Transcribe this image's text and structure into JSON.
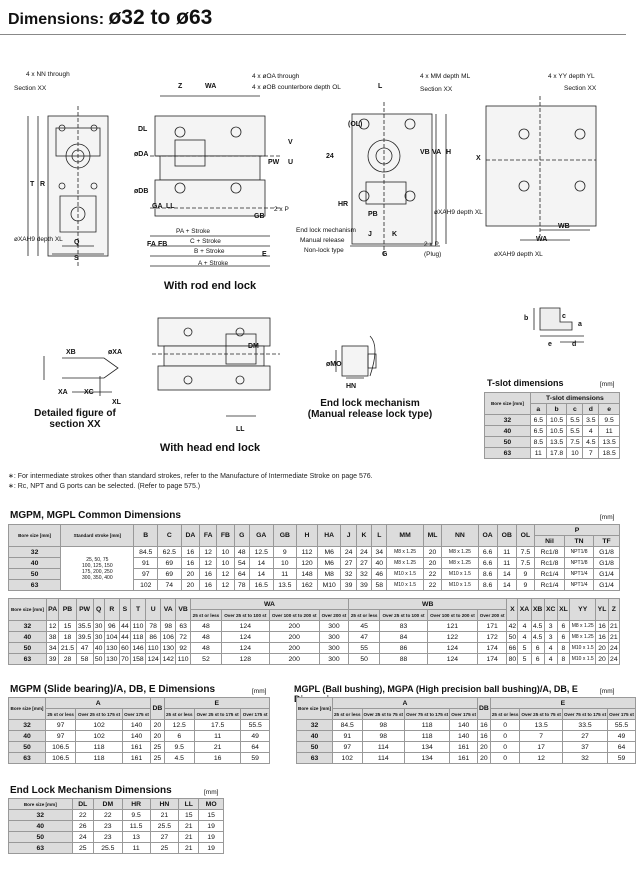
{
  "header": {
    "prefix": "Dimensions: ",
    "main": "ø32 to ø63"
  },
  "captions": {
    "rod_end": "With rod end lock",
    "head_end": "With head end lock",
    "section_xx": "Detailed figure of\nsection XX",
    "manual_release": "End lock mechanism\n(Manual release lock type)"
  },
  "callouts": {
    "nn_through": "4 x NN through",
    "section_xx": "Section XX",
    "oa_through": "4 x øOA through",
    "ob_counterbore": "4 x øOB counterbore depth OL",
    "mm_depth": "4 x MM depth ML",
    "section_xx2": "Section XX",
    "yy_depth": "4 x YY depth YL",
    "section_xx3": "Section XX",
    "xa_depth": "øXAH9 depth XL",
    "xa_depth2": "øXAH9 depth XL",
    "xa_depth3": "øXAH9 depth XL",
    "two_x_p": "2 x P",
    "two_x_p_plug": "2 x P",
    "plug": "(Plug)",
    "end_lock": "End lock mechanism",
    "manual_release": "Manual release",
    "non_lock": "Non-lock type",
    "pa_stroke": "PA + Stroke",
    "c_stroke": "C + Stroke",
    "b_stroke": "B + Stroke",
    "a_stroke": "A + Stroke"
  },
  "notes": [
    "∗: For intermediate strokes other than standard strokes, refer to the Manufacture of Intermediate Stroke on page 576.",
    "∗: Rc, NPT and G ports can be selected. (Refer to page 575.)"
  ],
  "tslot": {
    "title": "T-slot dimensions",
    "unit": "[mm]",
    "head_bore": "Bore size [mm]",
    "head_group": "T-slot dimensions",
    "cols": [
      "a",
      "b",
      "c",
      "d",
      "e"
    ],
    "rows": [
      [
        "32",
        "6.5",
        "10.5",
        "5.5",
        "3.5",
        "9.5"
      ],
      [
        "40",
        "6.5",
        "10.5",
        "5.5",
        "4",
        "11"
      ],
      [
        "50",
        "8.5",
        "13.5",
        "7.5",
        "4.5",
        "13.5"
      ],
      [
        "63",
        "11",
        "17.8",
        "10",
        "7",
        "18.5"
      ]
    ]
  },
  "common": {
    "title": "MGPM, MGPL Common Dimensions",
    "unit": "[mm]",
    "head_bore": "Bore size [mm]",
    "head_stroke": "Standard stroke [mm]",
    "cols": [
      "B",
      "C",
      "DA",
      "FA",
      "FB",
      "G",
      "GA",
      "GB",
      "H",
      "HA",
      "J",
      "K",
      "L",
      "MM",
      "ML",
      "NN",
      "OA",
      "OB",
      "OL"
    ],
    "p_head": "P",
    "p_cols": [
      "Nil",
      "TN",
      "TF"
    ],
    "strokes": "25, 50, 75\n100, 125, 150\n175, 200, 250\n300, 350, 400",
    "rows": [
      [
        "32",
        "84.5",
        "62.5",
        "16",
        "12",
        "10",
        "48",
        "12.5",
        "9",
        "112",
        "M6",
        "24",
        "24",
        "34",
        "M8 x 1.25",
        "20",
        "M8 x 1.25",
        "6.6",
        "11",
        "7.5",
        "Rc1/8",
        "NPT1/8",
        "G1/8"
      ],
      [
        "40",
        "91",
        "69",
        "16",
        "12",
        "10",
        "54",
        "14",
        "10",
        "120",
        "M6",
        "27",
        "27",
        "40",
        "M8 x 1.25",
        "20",
        "M8 x 1.25",
        "6.6",
        "11",
        "7.5",
        "Rc1/8",
        "NPT1/8",
        "G1/8"
      ],
      [
        "50",
        "97",
        "69",
        "20",
        "16",
        "12",
        "64",
        "14",
        "11",
        "148",
        "M8",
        "32",
        "32",
        "46",
        "M10 x 1.5",
        "22",
        "M10 x 1.5",
        "8.6",
        "14",
        "9",
        "Rc1/4",
        "NPT1/4",
        "G1/4"
      ],
      [
        "63",
        "102",
        "74",
        "20",
        "16",
        "12",
        "78",
        "16.5",
        "13.5",
        "162",
        "M10",
        "39",
        "39",
        "58",
        "M10 x 1.5",
        "22",
        "M10 x 1.5",
        "8.6",
        "14",
        "9",
        "Rc1/4",
        "NPT1/4",
        "G1/4"
      ]
    ]
  },
  "common2": {
    "head_bore": "Bore size [mm]",
    "cols": [
      "PA",
      "PB",
      "PW",
      "Q",
      "R",
      "S",
      "T",
      "U",
      "VA",
      "VB"
    ],
    "wa_head": "WA",
    "wa_cols": [
      "25 st or less",
      "Over 25 st to 100 st",
      "Over 100 st to 200 st",
      "Over 200 st"
    ],
    "wb_head": "WB",
    "wb_cols": [
      "25 st or less",
      "Over 25 st to 100 st",
      "Over 100 st to 200 st",
      "Over 200 st"
    ],
    "tail_cols": [
      "X",
      "XA",
      "XB",
      "XC",
      "XL",
      "YY",
      "YL",
      "Z"
    ],
    "rows": [
      [
        "32",
        "12",
        "15",
        "35.5",
        "30",
        "96",
        "44",
        "110",
        "78",
        "98",
        "63",
        "48",
        "124",
        "200",
        "300",
        "45",
        "83",
        "121",
        "171",
        "42",
        "4",
        "4.5",
        "3",
        "6",
        "M8 x 1.25",
        "16",
        "21"
      ],
      [
        "40",
        "38",
        "18",
        "39.5",
        "30",
        "104",
        "44",
        "118",
        "86",
        "106",
        "72",
        "48",
        "124",
        "200",
        "300",
        "47",
        "84",
        "122",
        "172",
        "50",
        "4",
        "4.5",
        "3",
        "6",
        "M8 x 1.25",
        "16",
        "21"
      ],
      [
        "50",
        "34",
        "21.5",
        "47",
        "40",
        "130",
        "60",
        "146",
        "110",
        "130",
        "92",
        "48",
        "124",
        "200",
        "300",
        "55",
        "86",
        "124",
        "174",
        "66",
        "5",
        "6",
        "4",
        "8",
        "M10 x 1.5",
        "20",
        "24"
      ],
      [
        "63",
        "39",
        "28",
        "58",
        "50",
        "130",
        "70",
        "158",
        "124",
        "142",
        "110",
        "52",
        "128",
        "200",
        "300",
        "50",
        "88",
        "124",
        "174",
        "80",
        "5",
        "6",
        "4",
        "8",
        "M10 x 1.5",
        "20",
        "24"
      ]
    ]
  },
  "mgpm": {
    "title": "MGPM (Slide bearing)/A, DB, E Dimensions",
    "unit": "[mm]",
    "head_bore": "Bore size [mm]",
    "a_head": "A",
    "db_head": "DB",
    "e_head": "E",
    "sub": [
      "25 st or less",
      "Over 25 st to 175 st",
      "Over 175 st"
    ],
    "rows": [
      [
        "32",
        "97",
        "102",
        "140",
        "20",
        "12.5",
        "17.5",
        "55.5"
      ],
      [
        "40",
        "97",
        "102",
        "140",
        "20",
        "6",
        "11",
        "49"
      ],
      [
        "50",
        "106.5",
        "118",
        "161",
        "25",
        "9.5",
        "21",
        "64"
      ],
      [
        "63",
        "106.5",
        "118",
        "161",
        "25",
        "4.5",
        "16",
        "59"
      ]
    ]
  },
  "mgpl": {
    "title": "MGPL (Ball bushing), MGPA (High precision ball bushing)/A, DB, E Dimensions",
    "unit": "[mm]",
    "head_bore": "Bore size [mm]",
    "a_head": "A",
    "db_head": "DB",
    "e_head": "E",
    "sub": [
      "25 st or less",
      "Over 25 st to 75 st",
      "Over 75 st to 175 st",
      "Over 175 st"
    ],
    "rows": [
      [
        "32",
        "84.5",
        "98",
        "118",
        "140",
        "16",
        "0",
        "13.5",
        "33.5",
        "55.5"
      ],
      [
        "40",
        "91",
        "98",
        "118",
        "140",
        "16",
        "0",
        "7",
        "27",
        "49"
      ],
      [
        "50",
        "97",
        "114",
        "134",
        "161",
        "20",
        "0",
        "17",
        "37",
        "64"
      ],
      [
        "63",
        "102",
        "114",
        "134",
        "161",
        "20",
        "0",
        "12",
        "32",
        "59"
      ]
    ]
  },
  "endlock": {
    "title": "End Lock Mechanism Dimensions",
    "unit": "[mm]",
    "head_bore": "Bore size [mm]",
    "cols": [
      "DL",
      "DM",
      "HR",
      "HN",
      "LL",
      "MO"
    ],
    "rows": [
      [
        "32",
        "22",
        "22",
        "9.5",
        "21",
        "15",
        "15"
      ],
      [
        "40",
        "26",
        "23",
        "11.5",
        "25.5",
        "21",
        "19"
      ],
      [
        "50",
        "24",
        "23",
        "13",
        "27",
        "21",
        "19"
      ],
      [
        "63",
        "25",
        "25.5",
        "11",
        "25",
        "21",
        "19"
      ]
    ]
  }
}
